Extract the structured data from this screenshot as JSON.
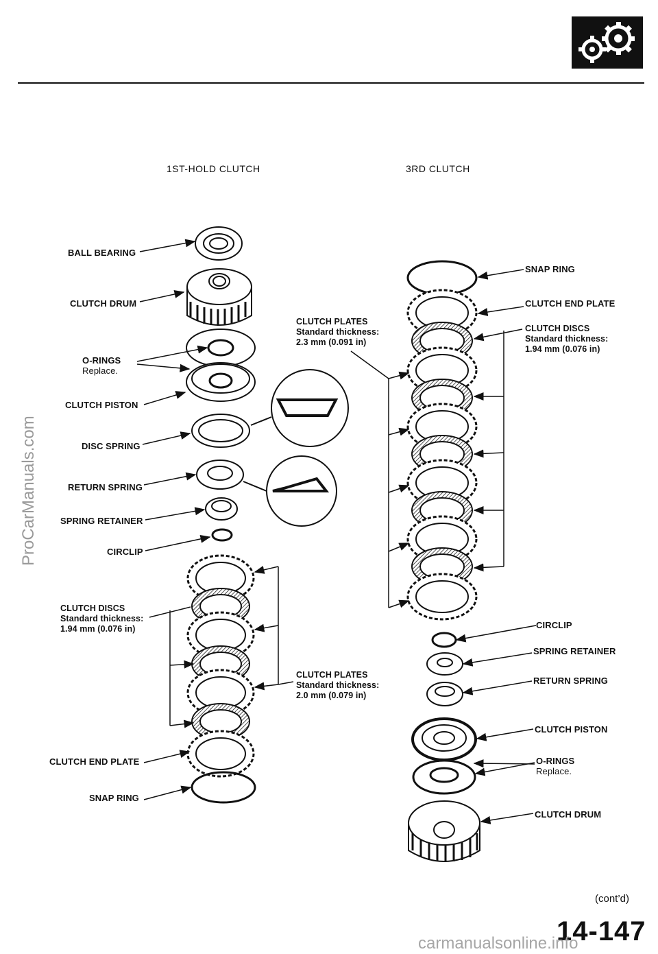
{
  "headers": {
    "left": "1ST-HOLD CLUTCH",
    "right": "3RD CLUTCH"
  },
  "left_labels": {
    "ball_bearing": "BALL BEARING",
    "clutch_drum": "CLUTCH DRUM",
    "o_rings": "O-RINGS",
    "o_rings_note": "Replace.",
    "clutch_piston": "CLUTCH PISTON",
    "disc_spring": "DISC SPRING",
    "return_spring": "RETURN SPRING",
    "spring_retainer": "SPRING RETAINER",
    "circlip": "CIRCLIP",
    "clutch_discs": "CLUTCH DISCS",
    "clutch_discs_std": "Standard thickness:",
    "clutch_discs_val": "1.94 mm (0.076 in)",
    "clutch_end_plate": "CLUTCH END PLATE",
    "snap_ring": "SNAP RING"
  },
  "middle_labels": {
    "plates_top": "CLUTCH PLATES",
    "plates_top_std": "Standard thickness:",
    "plates_top_val": "2.3 mm (0.091 in)",
    "plates_bottom": "CLUTCH PLATES",
    "plates_bottom_std": "Standard thickness:",
    "plates_bottom_val": "2.0 mm (0.079 in)"
  },
  "right_labels": {
    "snap_ring": "SNAP RING",
    "clutch_end_plate": "CLUTCH END PLATE",
    "clutch_discs": "CLUTCH DISCS",
    "clutch_discs_std": "Standard thickness:",
    "clutch_discs_val": "1.94 mm (0.076 in)",
    "circlip": "CIRCLIP",
    "spring_retainer": "SPRING RETAINER",
    "return_spring": "RETURN SPRING",
    "clutch_piston": "CLUTCH PISTON",
    "o_rings": "O-RINGS",
    "o_rings_note": "Replace.",
    "clutch_drum": "CLUTCH DRUM"
  },
  "footer": {
    "contd": "(cont’d)",
    "page_number": "14-147"
  },
  "watermarks": {
    "left": "ProCarManuals.com",
    "bottom": "carmanualsonline.info"
  },
  "icons": {
    "logo": "gears-icon"
  }
}
